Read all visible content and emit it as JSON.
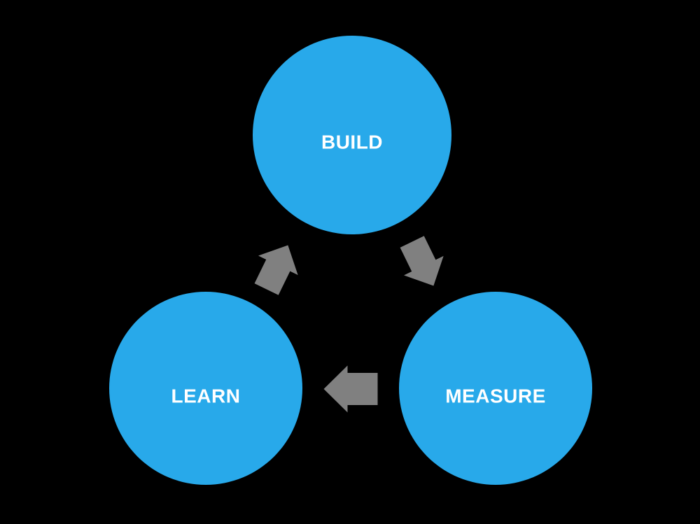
{
  "diagram": {
    "type": "cycle-diagram",
    "nodes": [
      {
        "id": "build",
        "label": "BUILD"
      },
      {
        "id": "measure",
        "label": "MEASURE"
      },
      {
        "id": "learn",
        "label": "LEARN"
      }
    ],
    "arrows": [
      {
        "from": "build",
        "to": "measure",
        "direction": "down-right"
      },
      {
        "from": "measure",
        "to": "learn",
        "direction": "left"
      },
      {
        "from": "learn",
        "to": "build",
        "direction": "up-right"
      }
    ],
    "colors": {
      "background": "#000000",
      "node_fill": "#28A9EA",
      "node_label": "#FFFFFF",
      "arrow": "#808080"
    }
  }
}
